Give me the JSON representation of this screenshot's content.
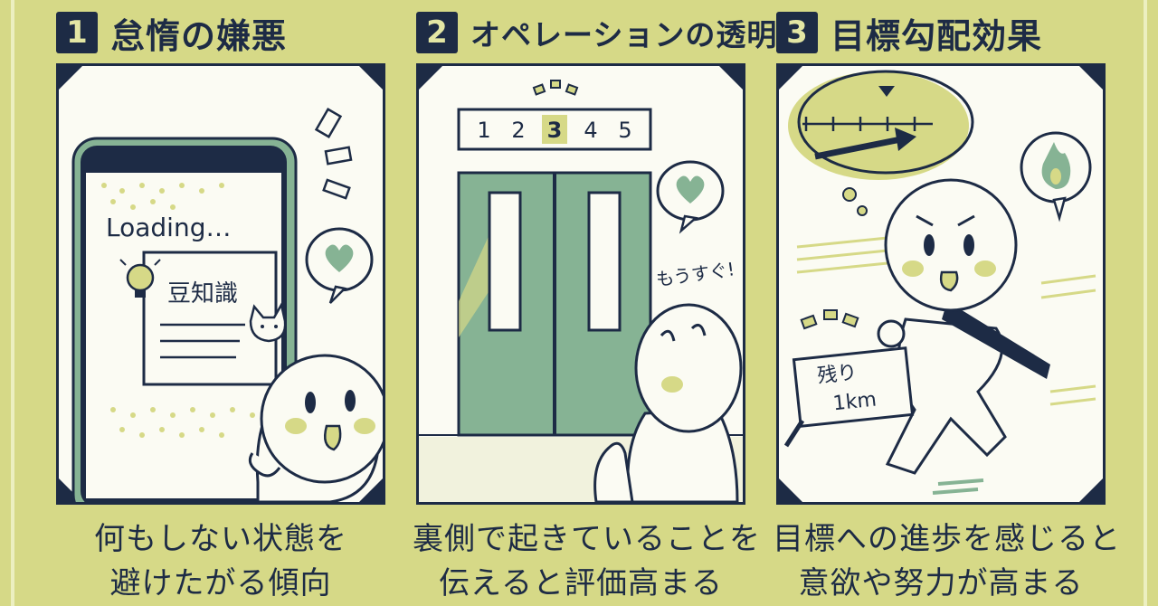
{
  "panels": [
    {
      "number": "1",
      "title": "怠惰の嫌悪",
      "caption": [
        "何もしない状態を",
        "避けたがる傾向"
      ],
      "phone_text": "Loading…",
      "card_text": "豆知識"
    },
    {
      "number": "2",
      "title": "オペレーションの透明性",
      "caption": [
        "裏側で起きていることを",
        "伝えると評価高まる"
      ],
      "floors": [
        "1",
        "2",
        "3",
        "4",
        "5"
      ],
      "active_floor": "3",
      "speech_text": "もうすぐ!"
    },
    {
      "number": "3",
      "title": "目標勾配効果",
      "caption": [
        "目標への進歩を感じると",
        "意欲や努力が高まる"
      ],
      "sign_lines": [
        "残り",
        "1km"
      ]
    }
  ],
  "colors": {
    "background": "#d6d987",
    "ink": "#1d2b45",
    "accent_green": "#86b394",
    "panel_bg": "#fbfbf3",
    "highlight": "#d6d987"
  }
}
